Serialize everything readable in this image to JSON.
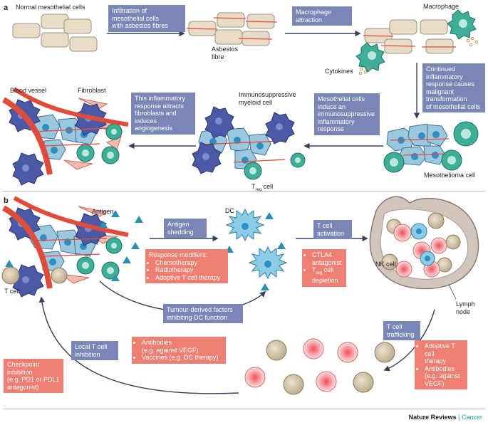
{
  "panels": {
    "a": {
      "letter": "a",
      "normal_cells": "Normal mesothelial cells",
      "infiltration": [
        "Infiltration of",
        "mesothelial cells",
        "with asbestos fibres"
      ],
      "asbestos": [
        "Asbestos",
        "fibre"
      ],
      "macrophage_attraction": [
        "Macrophage",
        "attraction"
      ],
      "macrophage": "Macrophage",
      "cytokines": "Cytokines",
      "continued": [
        "Continued",
        "inflammatory",
        "response causes",
        "malignant",
        "transformation",
        "of mesothelial cells"
      ],
      "mesothelioma": "Mesothelioma cell",
      "induce": [
        "Mesothelial cells",
        "induce an",
        "immunosuppressive",
        "inflammatory",
        "response"
      ],
      "myeloid": [
        "Immunosuppressive",
        "myeloid cell"
      ],
      "treg_prefix": "T",
      "treg_sub": "reg",
      "treg_suffix": " cell",
      "attracts": [
        "This inflammatory",
        "response attracts",
        "fibroblasts and",
        "induces",
        "angiogenesis"
      ],
      "blood_vessel": "Blood vessel",
      "fibroblast": "Fibroblast"
    },
    "b": {
      "letter": "b",
      "antigen": "Antigen",
      "dc": "DC",
      "antigen_shedding": [
        "Antigen",
        "shedding"
      ],
      "t_cell_activation": [
        "T cell",
        "activation"
      ],
      "response_modifiers_title": "Response modifiers:",
      "response_modifiers": [
        "Chemotherapy",
        "Radiotherapy",
        "Adoptive T cell therapy"
      ],
      "ctla4": [
        "CTLA4",
        "antagonist"
      ],
      "treg_depletion_prefix": "T",
      "treg_depletion_sub": "reg",
      "treg_depletion_suffix": " cell",
      "treg_depletion_line2": "depletion",
      "nk_cell": "NK cell",
      "lymph_node": [
        "Lymph",
        "node"
      ],
      "t_cell": "T cell",
      "tumour_factors": [
        "Tumour-derived factors",
        "inhibiting DC function"
      ],
      "t_cell_trafficking": [
        "T cell",
        "trafficking"
      ],
      "local_inhibition": [
        "Local T cell",
        "inhibition"
      ],
      "antibodies_vaccines": [
        "Antibodies",
        "(e.g. against VEGF)",
        "Vaccines (e.g. DC therapy)"
      ],
      "checkpoint": [
        "Checkpoint",
        "inhibition",
        "(e.g. PD1 or PDL1",
        "antagonist)"
      ],
      "adoptive": [
        "Adoptive T cell",
        "therapy",
        "Antibodies",
        "(e.g. against",
        "VEGF)"
      ]
    }
  },
  "footer": {
    "journal": "Nature Reviews",
    "separator": "|",
    "section": "Cancer"
  },
  "colors": {
    "normal_cell": "#e8dcc6",
    "blue_box": "#7a86b6",
    "red_box": "#ef7f72",
    "tumour_cell": "#9cc8df",
    "myeloid": "#4a5aa6",
    "macrophage": "#3fae98",
    "vessel": "#e04b3c",
    "antigen": "#2c8fb0"
  }
}
